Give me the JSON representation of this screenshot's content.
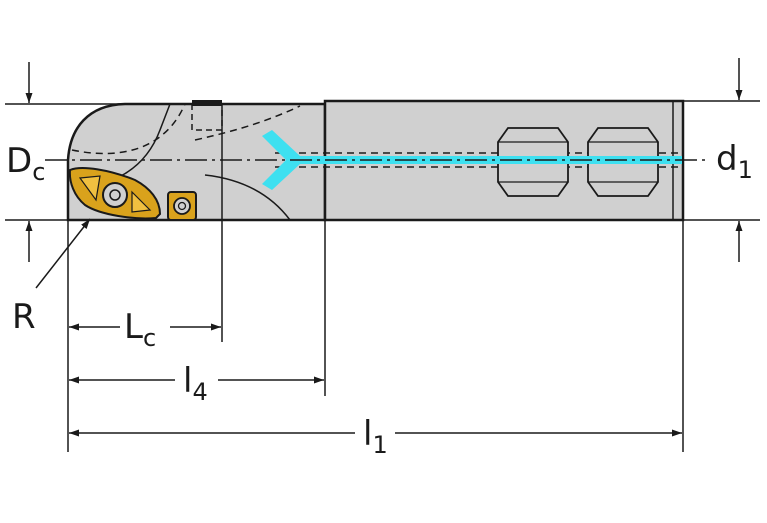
{
  "labels": {
    "dc_main": "D",
    "dc_sub": "c",
    "d1_main": "d",
    "d1_sub": "1",
    "r": "R",
    "lc_main": "L",
    "lc_sub": "c",
    "l4_main": "l",
    "l4_sub": "4",
    "l1_main": "l",
    "l1_sub": "1"
  },
  "colors": {
    "body": "#d0d0d0",
    "outline": "#1a1a1a",
    "coolant": "#3ee0f0",
    "insert": "#d9a21c",
    "background": "#ffffff"
  }
}
